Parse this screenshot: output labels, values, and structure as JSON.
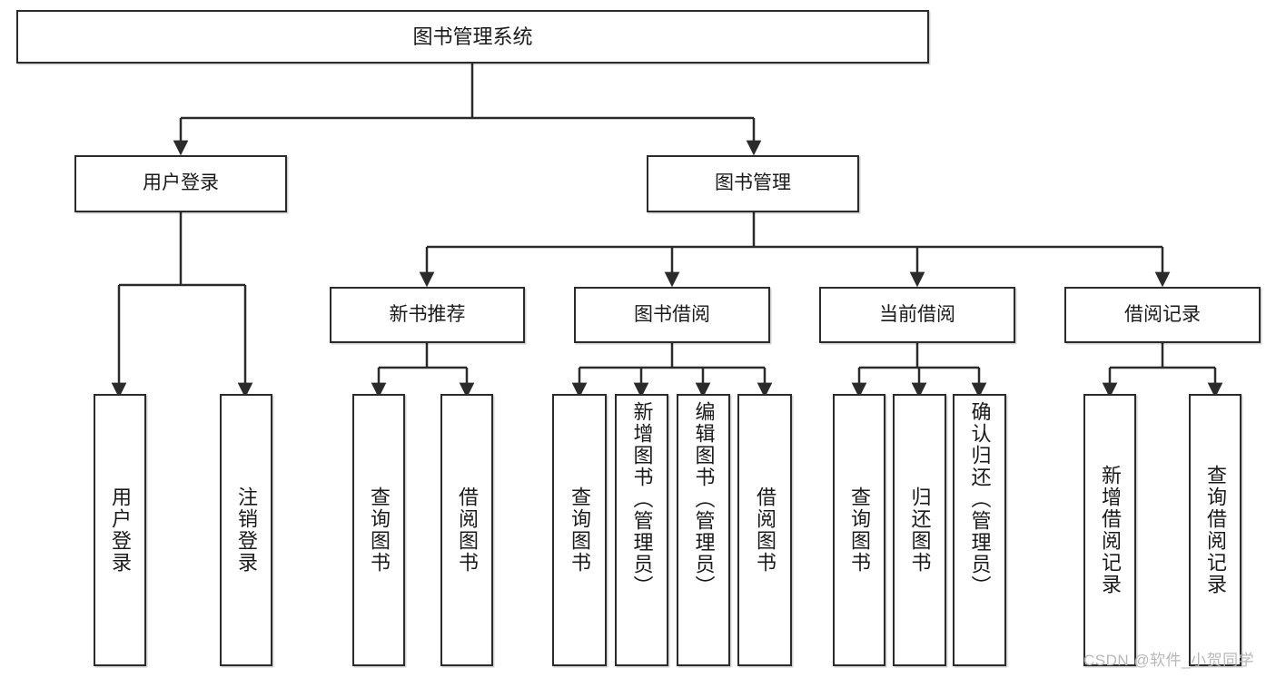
{
  "diagram": {
    "type": "tree-hierarchy",
    "title": "图书管理系统",
    "colors": {
      "box_border": "#2b2b2b",
      "box_fill": "#ffffff",
      "connector": "#2b2b2b",
      "text": "#1a1a1a",
      "watermark": "#b8b8b8",
      "background": "#ffffff"
    },
    "root": {
      "label": "图书管理系统",
      "orientation": "horizontal"
    },
    "level2": [
      {
        "id": "user-login",
        "label": "用户登录",
        "orientation": "horizontal"
      },
      {
        "id": "book-management",
        "label": "图书管理",
        "orientation": "horizontal"
      }
    ],
    "level3": [
      {
        "id": "new-book-recommend",
        "label": "新书推荐",
        "orientation": "horizontal"
      },
      {
        "id": "book-borrow",
        "label": "图书借阅",
        "orientation": "horizontal"
      },
      {
        "id": "current-borrow",
        "label": "当前借阅",
        "orientation": "horizontal"
      },
      {
        "id": "borrow-record",
        "label": "借阅记录",
        "orientation": "horizontal"
      }
    ],
    "leaves": {
      "user-login": [
        {
          "id": "leaf-user-login",
          "label": "用户登录",
          "orientation": "vertical"
        },
        {
          "id": "leaf-logout-login",
          "label": "注销登录",
          "orientation": "vertical"
        }
      ],
      "new-book-recommend": [
        {
          "id": "leaf-query-book-1",
          "label": "查询图书",
          "orientation": "vertical"
        },
        {
          "id": "leaf-borrow-book-1",
          "label": "借阅图书",
          "orientation": "vertical"
        }
      ],
      "book-borrow": [
        {
          "id": "leaf-query-book-2",
          "label": "查询图书",
          "orientation": "vertical"
        },
        {
          "id": "leaf-add-book",
          "label": "新增图书（管理员）",
          "orientation": "vertical"
        },
        {
          "id": "leaf-edit-book",
          "label": "编辑图书（管理员）",
          "orientation": "vertical"
        },
        {
          "id": "leaf-borrow-book-2",
          "label": "借阅图书",
          "orientation": "vertical"
        }
      ],
      "current-borrow": [
        {
          "id": "leaf-query-book-3",
          "label": "查询图书",
          "orientation": "vertical"
        },
        {
          "id": "leaf-return-book",
          "label": "归还图书",
          "orientation": "vertical"
        },
        {
          "id": "leaf-confirm-return",
          "label": "确认归还（管理员）",
          "orientation": "vertical"
        }
      ],
      "borrow-record": [
        {
          "id": "leaf-add-record",
          "label": "新增借阅记录",
          "orientation": "vertical"
        },
        {
          "id": "leaf-query-record",
          "label": "查询借阅记录",
          "orientation": "vertical"
        }
      ]
    }
  },
  "watermark": {
    "text": "CSDN @软件_小贺同学"
  }
}
